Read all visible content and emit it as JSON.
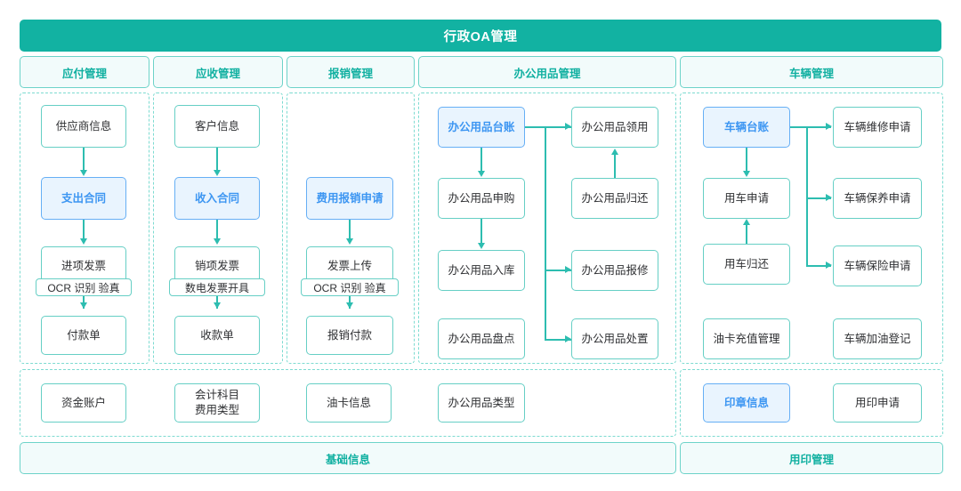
{
  "header": {
    "title": "行政OA管理",
    "color": "#12b2a2"
  },
  "colors": {
    "teal": "#12b2a2",
    "teal_border": "#66cfc5",
    "teal_text": "#11b0a1",
    "panel_bg": "#f2fbfb",
    "blue_bg": "#e9f4fe",
    "blue_border": "#66aff5",
    "blue_text": "#3d96f2",
    "connector": "#2dbdb0"
  },
  "columns": [
    {
      "key": "payable",
      "label": "应付管理"
    },
    {
      "key": "receivable",
      "label": "应收管理"
    },
    {
      "key": "expense",
      "label": "报销管理"
    },
    {
      "key": "supplies",
      "label": "办公用品管理"
    },
    {
      "key": "vehicle",
      "label": "车辆管理"
    }
  ],
  "nodes": {
    "payable": {
      "n1": "供应商信息",
      "n2": "支出合同",
      "n3": "进项发票",
      "n3_sub": "OCR 识别 验真",
      "n4": "付款单"
    },
    "receivable": {
      "n1": "客户信息",
      "n2": "收入合同",
      "n3": "销项发票",
      "n3_sub": "数电发票开具",
      "n4": "收款单"
    },
    "expense": {
      "n2": "费用报销申请",
      "n3": "发票上传",
      "n3_sub": "OCR 识别 验真",
      "n4": "报销付款"
    },
    "supplies": {
      "l1": "办公用品台账",
      "l2": "办公用品申购",
      "l3": "办公用品入库",
      "l4": "办公用品盘点",
      "r1": "办公用品领用",
      "r2": "办公用品归还",
      "r3": "办公用品报修",
      "r4": "办公用品处置"
    },
    "vehicle": {
      "l1": "车辆台账",
      "l2": "用车申请",
      "l3": "用车归还",
      "l4": "油卡充值管理",
      "r1": "车辆维修申请",
      "r2": "车辆保养申请",
      "r3": "车辆保险申请",
      "r4": "车辆加油登记"
    }
  },
  "base_info": {
    "bar_label": "基础信息",
    "items": [
      {
        "label": "资金账户",
        "highlight": false
      },
      {
        "label": "会计科目\n费用类型",
        "line1": "会计科目",
        "line2": "费用类型",
        "highlight": false
      },
      {
        "label": "油卡信息",
        "highlight": false
      },
      {
        "label": "办公用品类型",
        "highlight": false
      }
    ]
  },
  "seal_mgmt": {
    "bar_label": "用印管理",
    "items": [
      {
        "label": "印章信息",
        "highlight": true
      },
      {
        "label": "用印申请",
        "highlight": false
      }
    ]
  }
}
